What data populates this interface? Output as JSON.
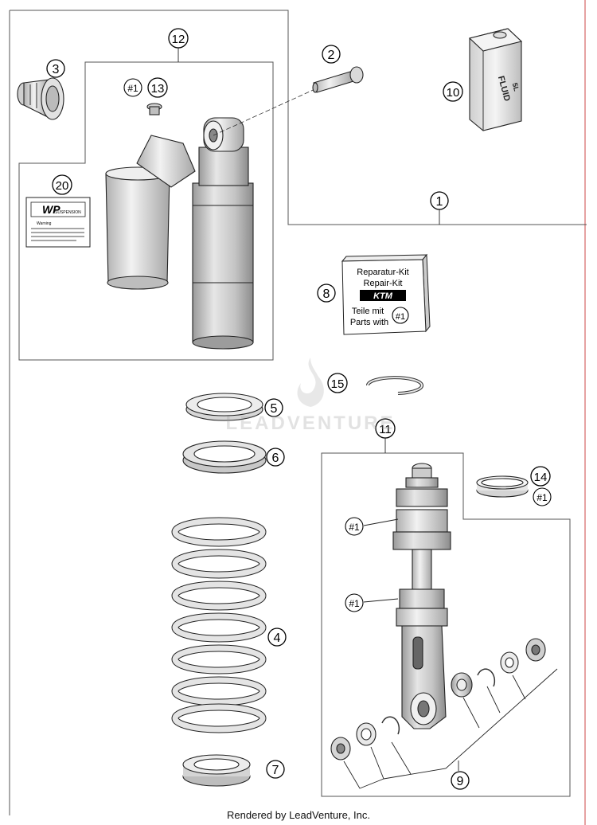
{
  "diagram": {
    "callouts": {
      "c1": "1",
      "c2": "2",
      "c3": "3",
      "c4": "4",
      "c5": "5",
      "c6": "6",
      "c7": "7",
      "c8": "8",
      "c9": "9",
      "c10": "10",
      "c11": "11",
      "c12": "12",
      "c13": "13",
      "c14": "14",
      "c15": "15",
      "c20": "20"
    },
    "refs": {
      "ref_13": "#1",
      "ref_14": "#1",
      "ref_piston_upper": "#1",
      "ref_piston_lower": "#1",
      "ref_kit": "#1"
    },
    "fluid_can": {
      "line1": "FLUID",
      "line2": "5L"
    },
    "repair_kit": {
      "line1": "Reparatur-Kit",
      "line2": "Repair-Kit",
      "logo": "KTM",
      "line3": "Teile mit",
      "line4": "Parts with"
    },
    "wp_label": {
      "logo": "WP",
      "brand": "SUSPENSION",
      "warning": "Warning"
    }
  },
  "watermark": "LEADVENTURE",
  "footer": "Rendered by LeadVenture, Inc.",
  "colors": {
    "line": "#222222",
    "part_fill": "#d9d9d9",
    "part_shade": "#b5b5b5"
  }
}
